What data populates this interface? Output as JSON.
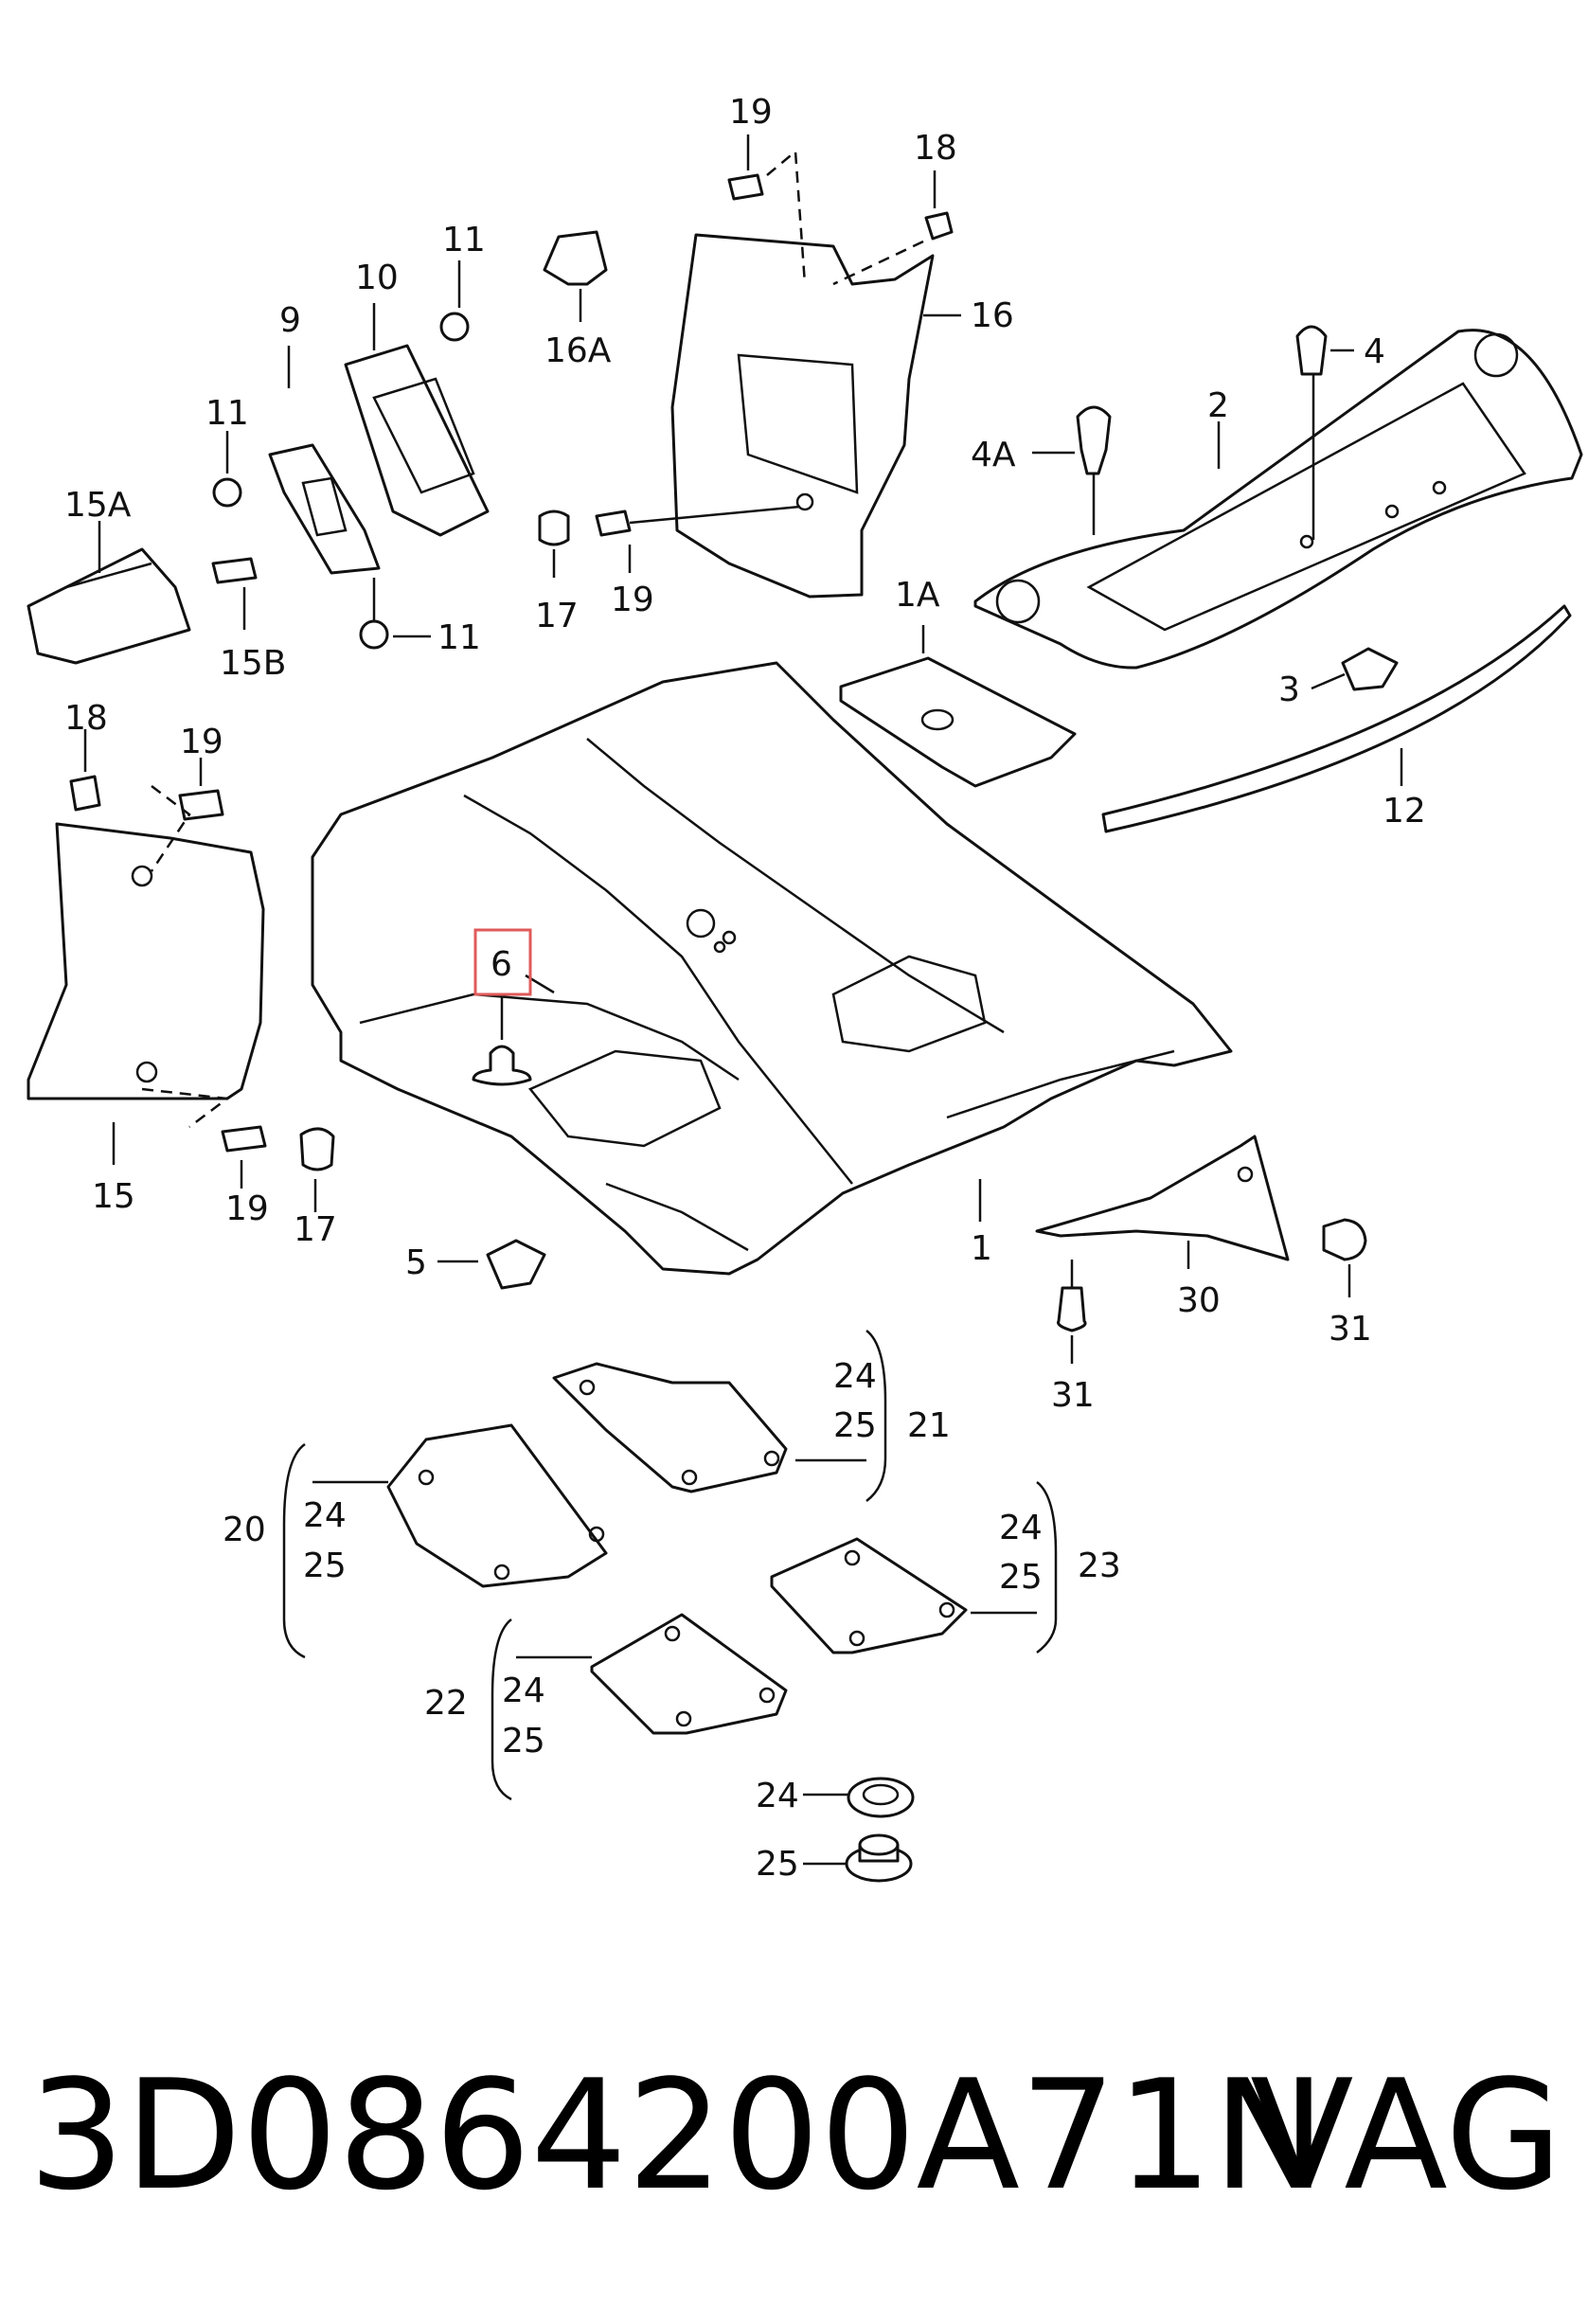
{
  "diagram": {
    "highlighted_part": "6",
    "highlight_color": "#e05a5a",
    "labels": {
      "p1": "1",
      "p1A": "1A",
      "p2": "2",
      "p3": "3",
      "p4": "4",
      "p4A": "4A",
      "p5": "5",
      "p6": "6",
      "p9": "9",
      "p10": "10",
      "p11a": "11",
      "p11b": "11",
      "p11c": "11",
      "p12": "12",
      "p15": "15",
      "p15A": "15A",
      "p15B": "15B",
      "p16": "16",
      "p16A": "16A",
      "p17a": "17",
      "p17b": "17",
      "p18a": "18",
      "p18b": "18",
      "p19a": "19",
      "p19b": "19",
      "p19c": "19",
      "p19d": "19",
      "p20": "20",
      "p21": "21",
      "p22": "22",
      "p23": "23",
      "p24a": "24",
      "p25a": "25",
      "p24b": "24",
      "p25b": "25",
      "p24c": "24",
      "p25c": "25",
      "p24d": "24",
      "p25d": "25",
      "p24e": "24",
      "p25e": "25",
      "p30": "30",
      "p31a": "31",
      "p31b": "31"
    }
  },
  "footer": {
    "part_number": "3D0864200A71N",
    "vendor": "VAG"
  }
}
